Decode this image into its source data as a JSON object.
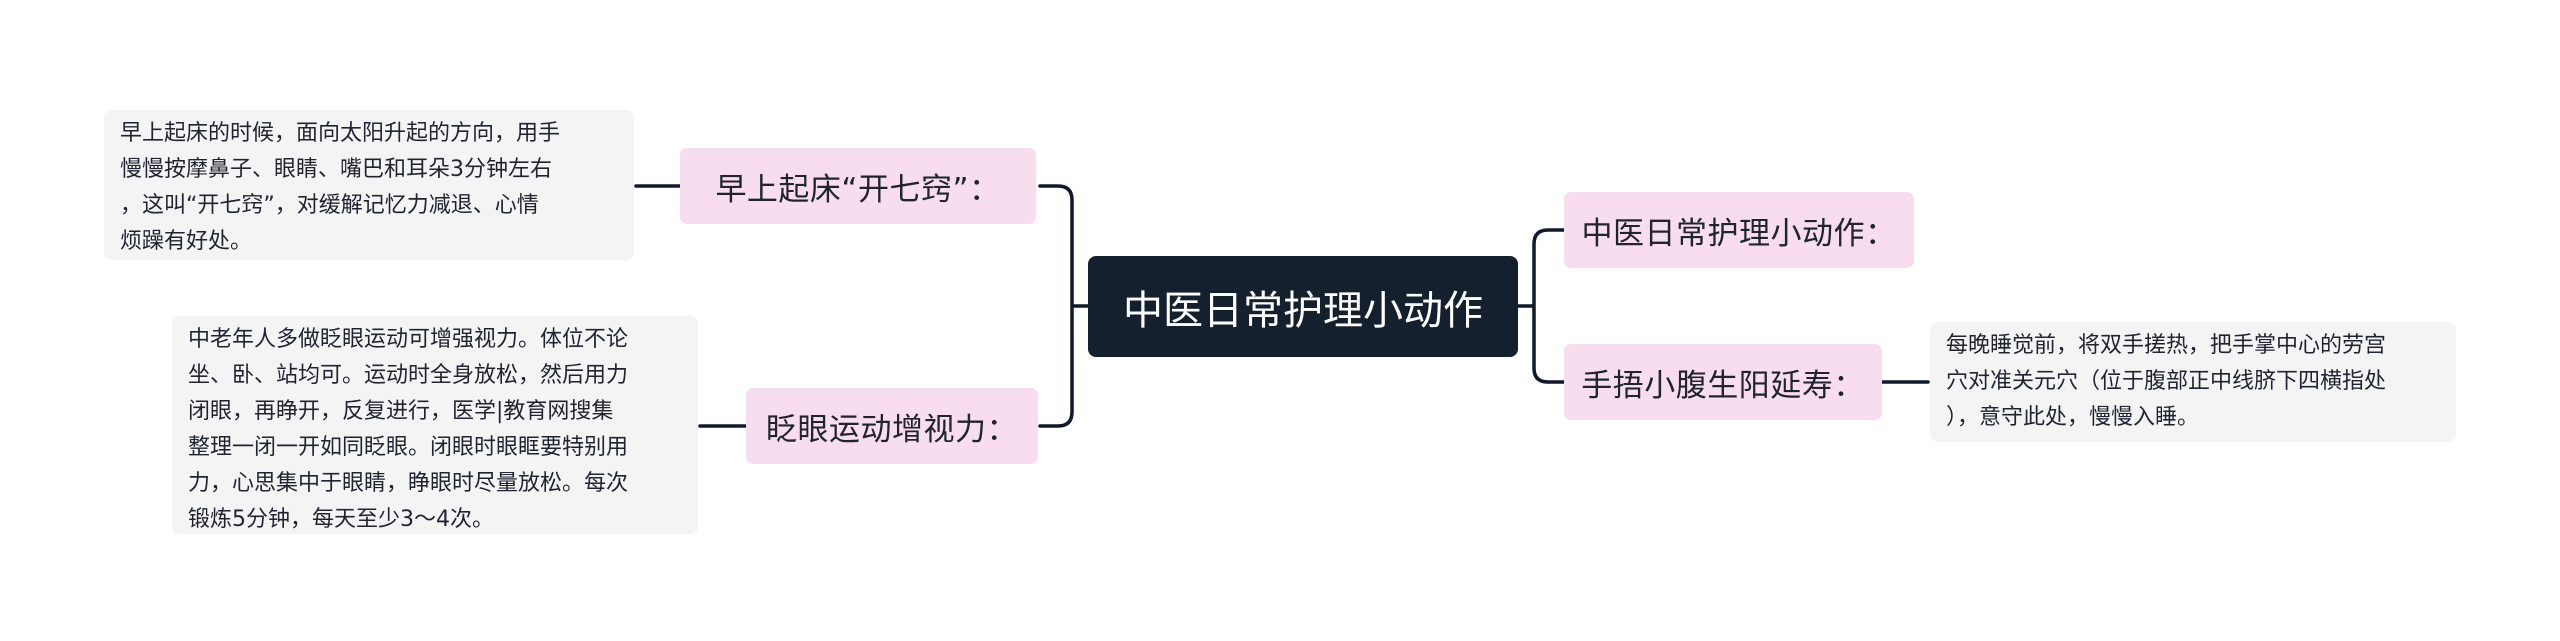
{
  "mindmap": {
    "root": {
      "label": "中医日常护理小动作"
    },
    "left_branches": [
      {
        "label": "早上起床“开七窍”：",
        "note": [
          "早上起床的时候，面向太阳升起的方向，用手",
          "慢慢按摩鼻子、眼睛、嘴巴和耳朵3分钟左右",
          "，这叫“开七窍”，对缓解记忆力减退、心情",
          "烦躁有好处。"
        ]
      },
      {
        "label": "眨眼运动增视力：",
        "note": [
          "中老年人多做眨眼运动可增强视力。体位不论",
          "坐、卧、站均可。运动时全身放松，然后用力",
          "闭眼，再睁开，反复进行，医学|教育网搜集",
          "整理一闭一开如同眨眼。闭眼时眼眶要特别用",
          "力，心思集中于眼睛，睁眼时尽量放松。每次",
          "锻炼5分钟，每天至少3～4次。"
        ]
      }
    ],
    "right_branches": [
      {
        "label": "中医日常护理小动作："
      },
      {
        "label": "手捂小腹生阳延寿：",
        "note": [
          "每晚睡觉前，将双手搓热，把手掌中心的劳宫",
          "穴对准关元穴（位于腹部正中线脐下四横指处",
          "），意守此处，慢慢入睡。"
        ]
      }
    ],
    "colors": {
      "root_fill": "#15202f",
      "branch_fill": "#f7dded",
      "note_fill": "#f4f4f4",
      "connector": "#111a2b"
    }
  }
}
